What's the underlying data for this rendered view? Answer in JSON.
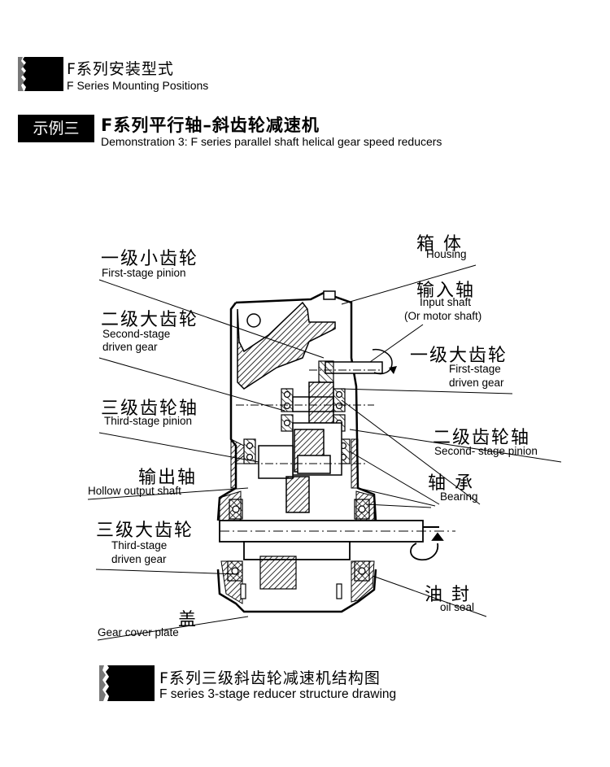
{
  "header1": {
    "cn": "F系列安装型式",
    "en": "F Series Mounting Positions"
  },
  "header2": {
    "badge": "示例三",
    "cn": "F系列平行轴–斜齿轮减速机",
    "en": "Demonstration 3:   F series parallel shaft helical gear speed reducers"
  },
  "labels": {
    "housing": {
      "cn": "箱  体",
      "en": "Housing"
    },
    "input_shaft": {
      "cn": "输入轴",
      "en1": "Input shaft",
      "en2": "(Or motor shaft)"
    },
    "first_driven": {
      "cn": "一级大齿轮",
      "en1": "First-stage",
      "en2": "driven gear"
    },
    "second_pinion": {
      "cn": "二级齿轮轴",
      "en": "Second- stage pinion"
    },
    "bearing": {
      "cn": "轴  承",
      "en": "Bearing"
    },
    "oil_seal": {
      "cn": "油  封",
      "en": "oil seal"
    },
    "first_pinion": {
      "cn": "一级小齿轮",
      "en": "First-stage pinion"
    },
    "second_driven": {
      "cn": "二级大齿轮",
      "en1": "Second-stage",
      "en2": "driven gear"
    },
    "third_pinion": {
      "cn": "三级齿轮轴",
      "en": "Third-stage pinion"
    },
    "output_shaft": {
      "cn": "输出轴",
      "en": "Hollow output shaft"
    },
    "third_driven": {
      "cn": "三级大齿轮",
      "en1": "Third-stage",
      "en2": "driven gear"
    },
    "cover": {
      "cn": "盖",
      "en": "Gear cover plate"
    }
  },
  "footer": {
    "cn": "F系列三级斜齿轮减速机结构图",
    "en": "F series 3-stage reducer structure drawing"
  }
}
